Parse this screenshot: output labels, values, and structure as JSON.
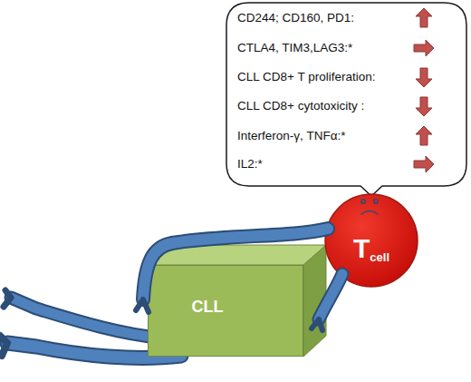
{
  "diagram": {
    "nodes": [
      {
        "text": [
          "CD244; CD160, PD1:",
          "CTLA4, TIM3,LAG3:*",
          "CLL CD8+ T proliferation:",
          "CLL CD8+ cytotoxicity :",
          "Interferon-γ, TNFα:*",
          "IL2:*"
        ]
      },
      {
        "text": [
          "T",
          "cell"
        ]
      },
      {
        "text": [
          "CLL"
        ]
      }
    ]
  }
}
